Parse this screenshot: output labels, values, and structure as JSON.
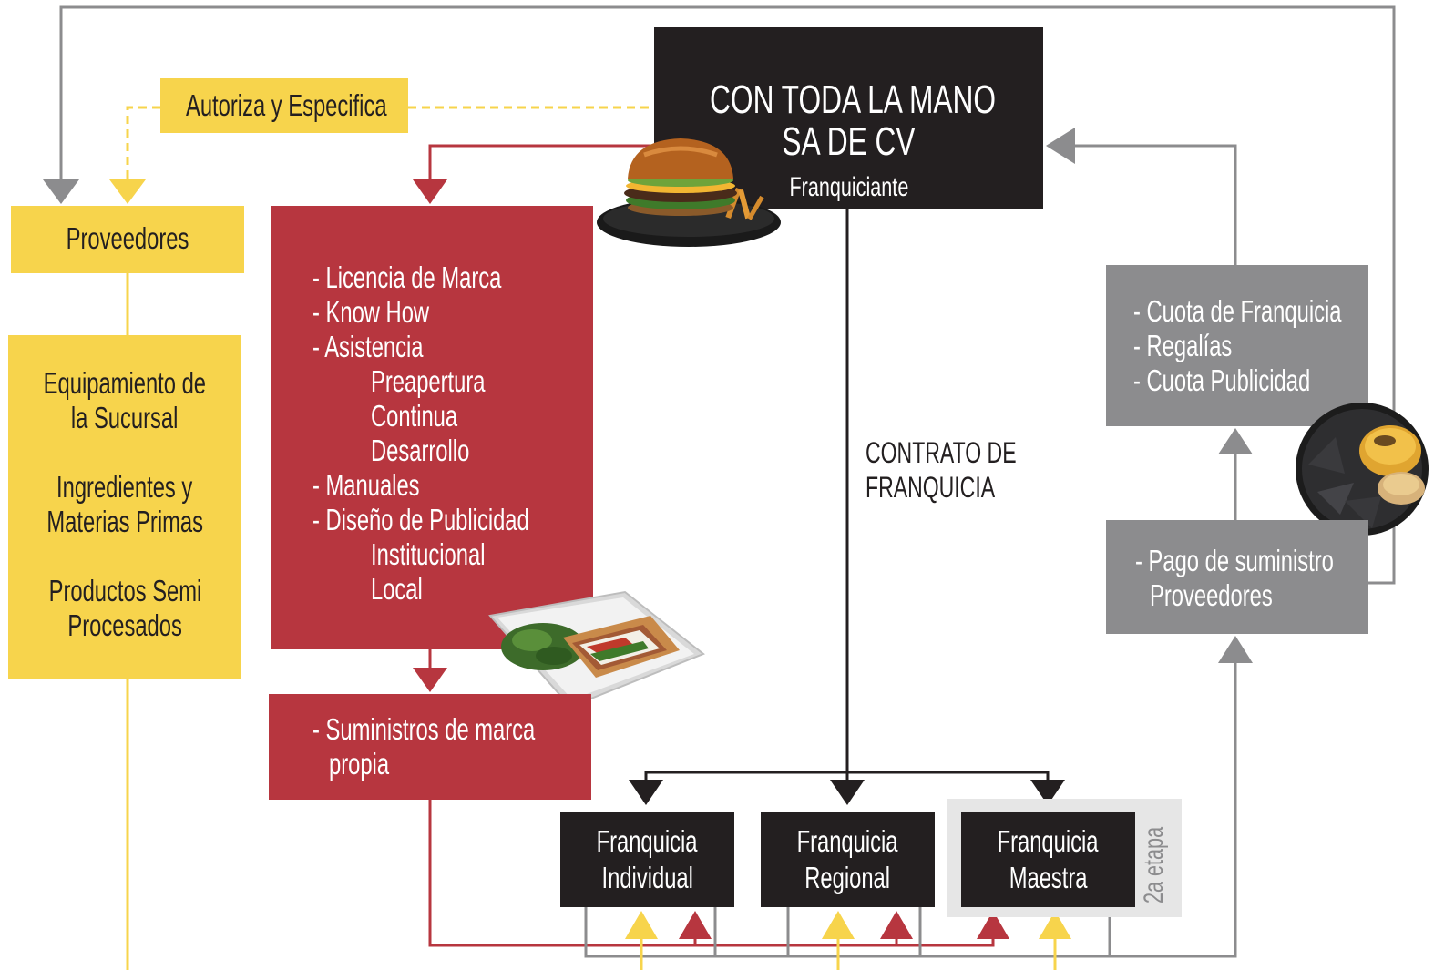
{
  "franchisor": {
    "title_line1": "CON TODA LA MANO",
    "title_line2": "SA DE CV",
    "subtitle": "Franquiciante"
  },
  "authorize_label": "Autoriza y Especifica",
  "suppliers": {
    "title": "Proveedores",
    "items": [
      "Equipamiento de",
      "la Sucursal",
      "Ingredientes y",
      "Materias Primas",
      "Productos Semi",
      "Procesados"
    ]
  },
  "services": {
    "items": [
      "- Licencia de Marca",
      "- Know How",
      "- Asistencia",
      "Preapertura",
      "Continua",
      "Desarrollo",
      "- Manuales",
      "- Diseño de Publicidad",
      "Institucional",
      "Local"
    ]
  },
  "brand_supplies": {
    "line1": "- Suministros de marca",
    "line2": "propia"
  },
  "fees": {
    "items": [
      "- Cuota de Franquicia",
      "- Regalías",
      "- Cuota Publicidad"
    ]
  },
  "supply_payment": {
    "line1": "- Pago de suministro",
    "line2": "Proveedores"
  },
  "contract": {
    "line1": "CONTRATO DE",
    "line2": "FRANQUICIA"
  },
  "franchises": [
    {
      "line1": "Franquicia",
      "line2": "Individual"
    },
    {
      "line1": "Franquicia",
      "line2": "Regional"
    },
    {
      "line1": "Franquicia",
      "line2": "Maestra"
    }
  ],
  "stage_label": "2a etapa",
  "colors": {
    "yellow": "#f7d44c",
    "red": "#b7363f",
    "gray": "#8c8c8e",
    "black": "#231f20"
  }
}
